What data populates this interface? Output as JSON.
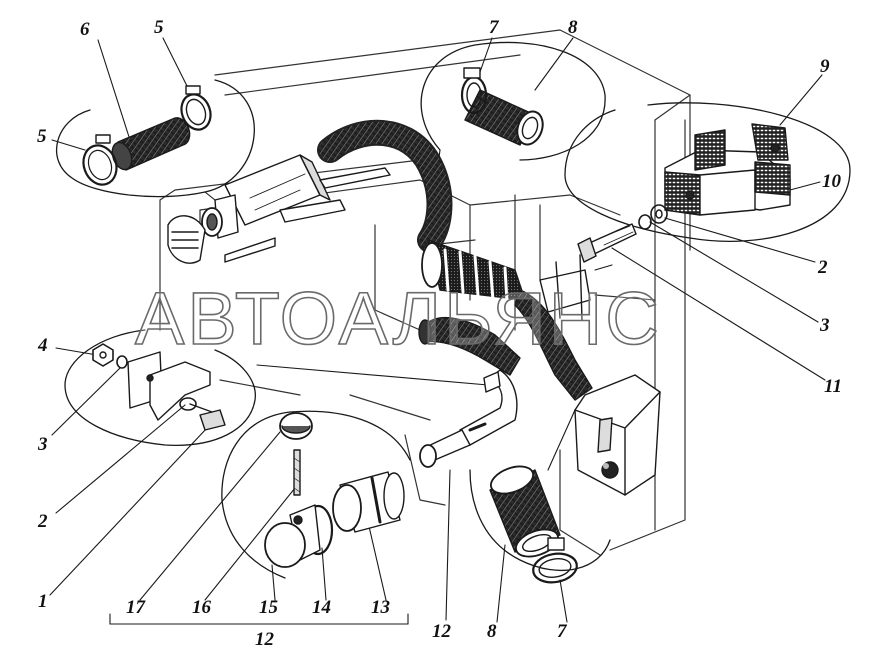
{
  "watermark": "АВТОАЛЬЯНС",
  "callouts": [
    {
      "id": "c6a",
      "text": "6"
    },
    {
      "id": "c5a",
      "text": "5"
    },
    {
      "id": "c5b",
      "text": "5"
    },
    {
      "id": "c7a",
      "text": "7"
    },
    {
      "id": "c8a",
      "text": "8"
    },
    {
      "id": "c9",
      "text": "9"
    },
    {
      "id": "c10",
      "text": "10"
    },
    {
      "id": "c2a",
      "text": "2"
    },
    {
      "id": "c3a",
      "text": "3"
    },
    {
      "id": "c11",
      "text": "11"
    },
    {
      "id": "c4",
      "text": "4"
    },
    {
      "id": "c3b",
      "text": "3"
    },
    {
      "id": "c2b",
      "text": "2"
    },
    {
      "id": "c1",
      "text": "1"
    },
    {
      "id": "c17",
      "text": "17"
    },
    {
      "id": "c16",
      "text": "16"
    },
    {
      "id": "c15",
      "text": "15"
    },
    {
      "id": "c14",
      "text": "14"
    },
    {
      "id": "c13",
      "text": "13"
    },
    {
      "id": "c12a",
      "text": "12"
    },
    {
      "id": "c12b",
      "text": "12"
    },
    {
      "id": "c8b",
      "text": "8"
    },
    {
      "id": "c7b",
      "text": "7"
    }
  ]
}
